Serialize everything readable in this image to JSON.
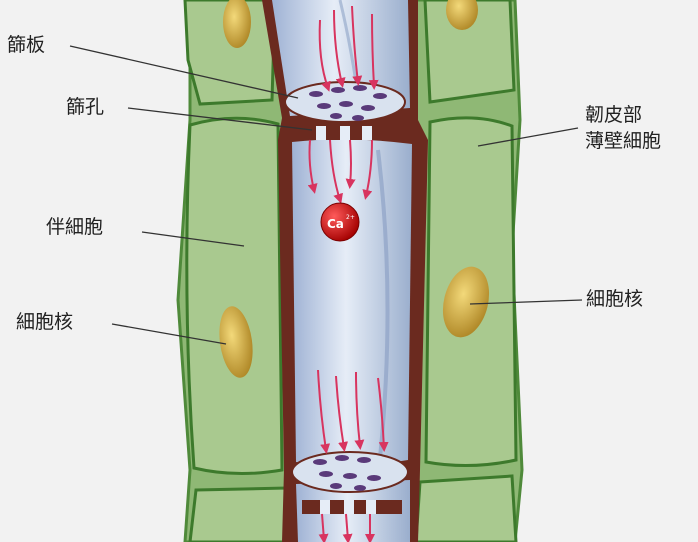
{
  "labels": {
    "sieve_plate": "篩板",
    "sieve_pore": "篩孔",
    "companion_cell": "伴細胞",
    "nucleus_left": "細胞核",
    "parenchyma_line1": "韌皮部",
    "parenchyma_line2": "薄壁細胞",
    "nucleus_right": "細胞核",
    "ion_symbol": "Ca",
    "ion_charge": "2+"
  },
  "colors": {
    "background": "#f2f2f2",
    "cell_fill": "#a9c98f",
    "cell_wall": "#4f8a3a",
    "sieve_tube_wall": "#6b2a1f",
    "sieve_tube_lumen": "#c9d6ea",
    "sieve_pore": "#5a3a7a",
    "flow_arrow": "#d8345f",
    "nucleus": "#c9a437",
    "ion": "#cc1111",
    "leader_line": "#333333"
  }
}
